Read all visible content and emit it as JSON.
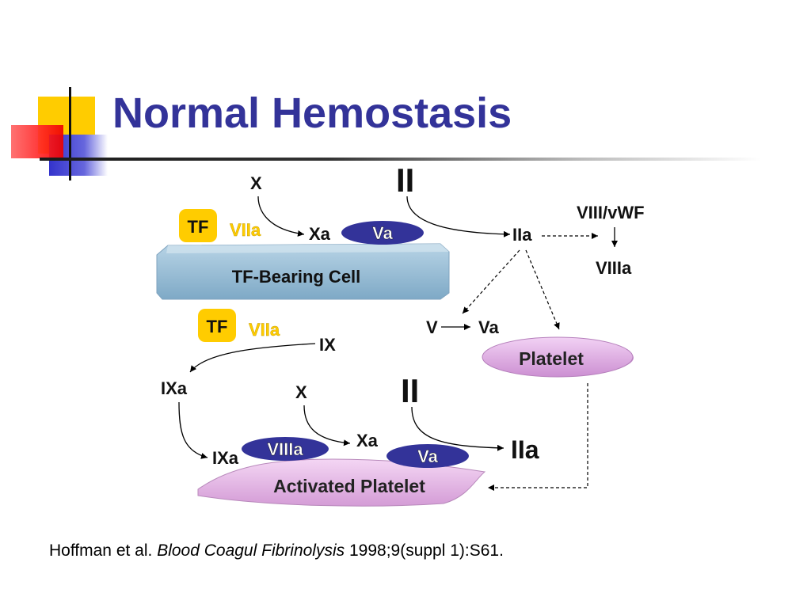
{
  "slide": {
    "title": "Normal Hemostasis",
    "colors": {
      "title": "#333399",
      "tf_box": "#ffcc00",
      "viia_text": "#ffcc00",
      "cell_fill": "#8fb7d2",
      "platelet_fill": "#d9a6dd",
      "factor_oval": "#333399"
    }
  },
  "diagram": {
    "tf_cell": {
      "tf_label_top": "TF",
      "viia_label_top": "VIIa",
      "cell_label": "TF-Bearing Cell",
      "x_top": "X",
      "xa_top": "Xa",
      "va_top": "Va",
      "ii_top": "II",
      "iia_top": "IIa",
      "viii_vwf": "VIII/vWF",
      "viiia_top": "VIIIa"
    },
    "middle": {
      "tf_label": "TF",
      "viia_label": "VIIa",
      "ix": "IX",
      "ixa": "IXa",
      "v": "V",
      "va": "Va",
      "platelet_label": "Platelet"
    },
    "activated_platelet": {
      "x": "X",
      "ii": "II",
      "xa": "Xa",
      "ixa": "IXa",
      "viiia": "VIIIa",
      "va": "Va",
      "iia": "IIa",
      "label": "Activated Platelet"
    }
  },
  "citation": {
    "authors": "Hoffman et al. ",
    "journal": "Blood Coagul Fibrinolysis",
    "details": " 1998;9(suppl 1):S61."
  }
}
